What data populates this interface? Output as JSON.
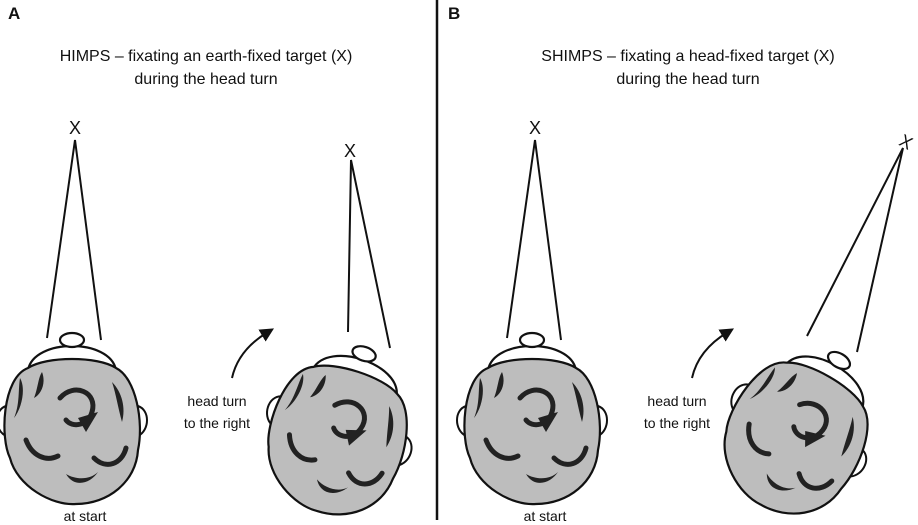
{
  "panels": [
    {
      "letter": "A",
      "title_line1": "HIMPS – fixating an earth-fixed target (X)",
      "title_line2": "during the head turn",
      "target_left": "X",
      "target_right": "X",
      "turn_label_line1": "head turn",
      "turn_label_line2": "to the right",
      "start_label": "at start"
    },
    {
      "letter": "B",
      "title_line1": "SHIMPS – fixating a head-fixed target (X)",
      "title_line2": "during the head turn",
      "target_left": "X",
      "target_right": "X",
      "turn_label_line1": "head turn",
      "turn_label_line2": "to the right",
      "start_label": "at start"
    }
  ],
  "colors": {
    "hair": "#bdbdbd",
    "outline": "#111111",
    "divider": "#111111"
  }
}
